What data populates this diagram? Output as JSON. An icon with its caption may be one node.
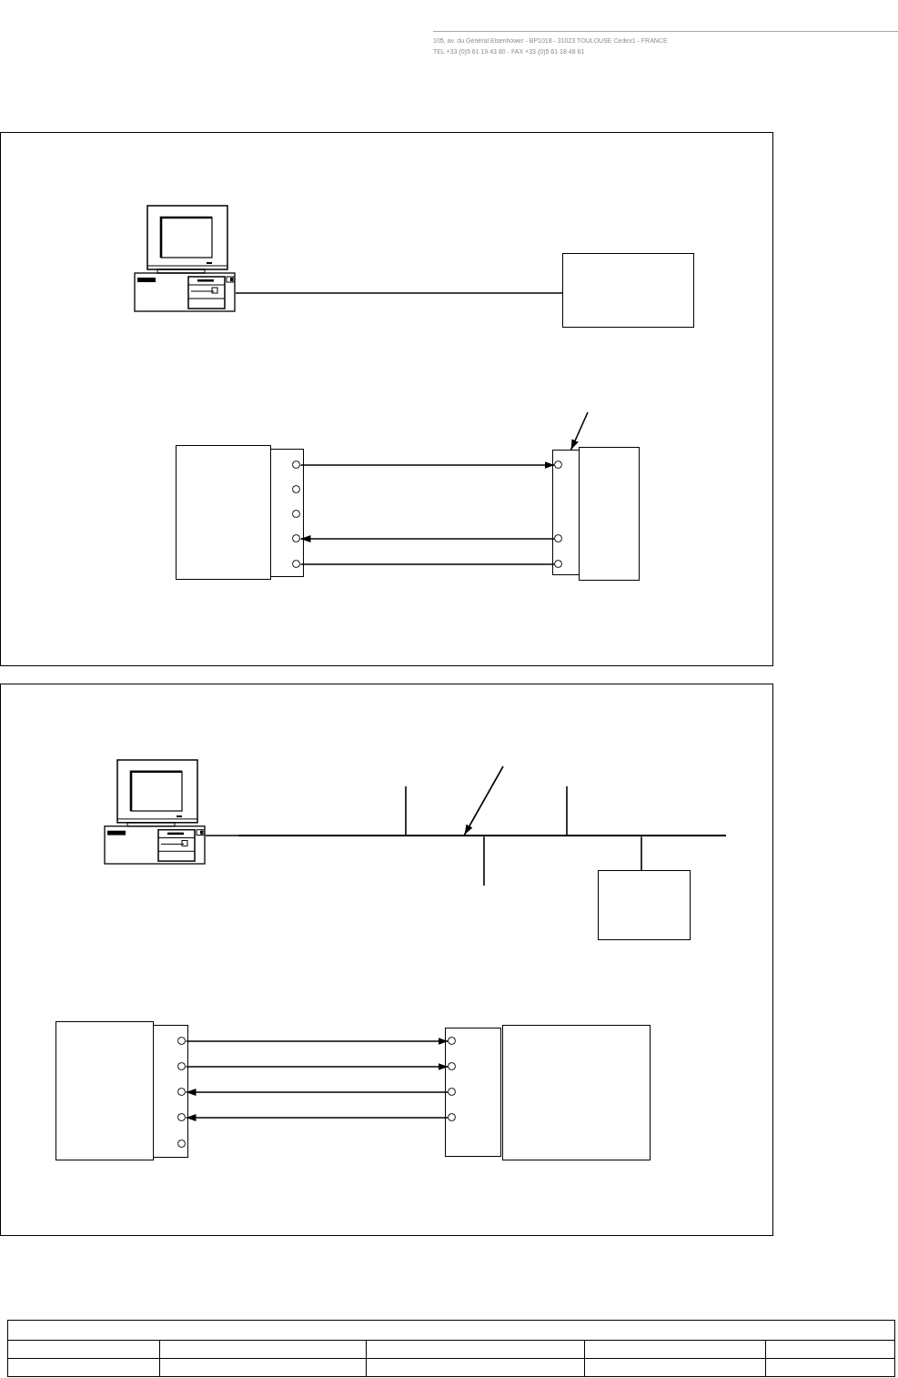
{
  "diagram": {
    "nodes": [
      {
        "text": [],
        "shape": "box"
      },
      {
        "text": [],
        "shape": "picture",
        "in": 0
      },
      {
        "text": [],
        "shape": "box",
        "in": 0
      },
      {
        "text": [],
        "shape": "box",
        "in": 0
      },
      {
        "text": [],
        "shape": "box",
        "in": 0
      },
      {
        "text": [],
        "shape": "circle",
        "in": 4
      },
      {
        "text": [],
        "shape": "circle",
        "in": 4
      },
      {
        "text": [],
        "shape": "circle",
        "in": 4
      },
      {
        "text": [],
        "shape": "circle",
        "in": 4
      },
      {
        "text": [],
        "shape": "circle",
        "in": 4
      },
      {
        "text": [],
        "shape": "box",
        "in": 0
      },
      {
        "text": [],
        "shape": "circle",
        "in": 10
      },
      {
        "text": [],
        "shape": "circle",
        "in": 10
      },
      {
        "text": [],
        "shape": "circle",
        "in": 10
      },
      {
        "text": [],
        "shape": "box",
        "in": 0
      },
      {
        "text": [],
        "shape": "box"
      },
      {
        "text": [],
        "shape": "picture",
        "in": 15
      },
      {
        "text": [],
        "shape": "line",
        "in": 15
      },
      {
        "text": [],
        "shape": "box",
        "in": 15
      },
      {
        "text": [],
        "shape": "box",
        "in": 15
      },
      {
        "text": [],
        "shape": "box",
        "in": 15
      },
      {
        "text": [],
        "shape": "circle",
        "in": 20
      },
      {
        "text": [],
        "shape": "circle",
        "in": 20
      },
      {
        "text": [],
        "shape": "circle",
        "in": 20
      },
      {
        "text": [],
        "shape": "circle",
        "in": 20
      },
      {
        "text": [],
        "shape": "circle",
        "in": 20
      },
      {
        "text": [],
        "shape": "box",
        "in": 15
      },
      {
        "text": [],
        "shape": "circle",
        "in": 26
      },
      {
        "text": [],
        "shape": "circle",
        "in": 26
      },
      {
        "text": [],
        "shape": "circle",
        "in": 26
      },
      {
        "text": [],
        "shape": "circle",
        "in": 26
      },
      {
        "text": [],
        "shape": "box",
        "in": 15
      }
    ],
    "edges": [
      {
        "from": 1,
        "to": 2,
        "arrow": "none"
      },
      {
        "from": null,
        "to": 10,
        "arrow": "to"
      },
      {
        "from": 5,
        "to": 11,
        "arrow": "to"
      },
      {
        "from": 12,
        "to": 8,
        "arrow": "to"
      },
      {
        "from": 9,
        "to": 13,
        "arrow": "none"
      },
      {
        "from": 16,
        "to": 17,
        "arrow": "none"
      },
      {
        "from": 17,
        "to": null,
        "arrow": "none"
      },
      {
        "from": 17,
        "to": null,
        "arrow": "none"
      },
      {
        "from": 17,
        "to": null,
        "arrow": "none"
      },
      {
        "from": 17,
        "to": 18,
        "arrow": "none"
      },
      {
        "from": null,
        "to": 17,
        "arrow": "to"
      },
      {
        "from": 21,
        "to": 27,
        "arrow": "to"
      },
      {
        "from": 22,
        "to": 28,
        "arrow": "to"
      },
      {
        "from": 29,
        "to": 23,
        "arrow": "to"
      },
      {
        "from": 30,
        "to": 24,
        "arrow": "to"
      }
    ],
    "labels": [
      "105, av. du Général Eisenhower - BP1018 - 31023 TOULOUSE Cedex1 - FRANCE",
      "TEL +33 (0)5 61 19 43 80 - FAX +33 (0)5 61 18 48 61"
    ]
  }
}
